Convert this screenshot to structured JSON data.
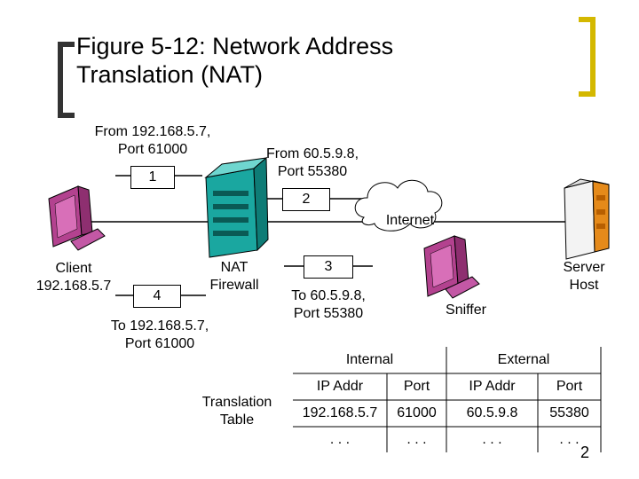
{
  "title": "Figure 5-12: Network Address\nTranslation (NAT)",
  "labels": {
    "from_client": "From 192.168.5.7,\nPort 61000",
    "from_nat": "From 60.5.9.8,\nPort 55380",
    "internet": "Internet",
    "client": "Client\n192.168.5.7",
    "nat_firewall": "NAT\nFirewall",
    "to_nat": "To 60.5.9.8,\nPort 55380",
    "to_client": "To 192.168.5.7,\nPort 61000",
    "sniffer": "Sniffer",
    "server": "Server\nHost",
    "translation_table": "Translation\nTable"
  },
  "steps": [
    "1",
    "2",
    "3",
    "4"
  ],
  "table": {
    "group_headers": [
      "Internal",
      "External"
    ],
    "column_headers": [
      "IP Addr",
      "Port",
      "IP Addr",
      "Port"
    ],
    "rows": [
      [
        "192.168.5.7",
        "61000",
        "60.5.9.8",
        "55380"
      ],
      [
        ". . .",
        ". . .",
        ". . .",
        ". . ."
      ]
    ]
  },
  "slide_number": "2",
  "colors": {
    "bracket": "#d4b800",
    "computer": "#b3428f",
    "firewall_teal": "#1aa7a0",
    "server_orange": "#e58a1a"
  }
}
